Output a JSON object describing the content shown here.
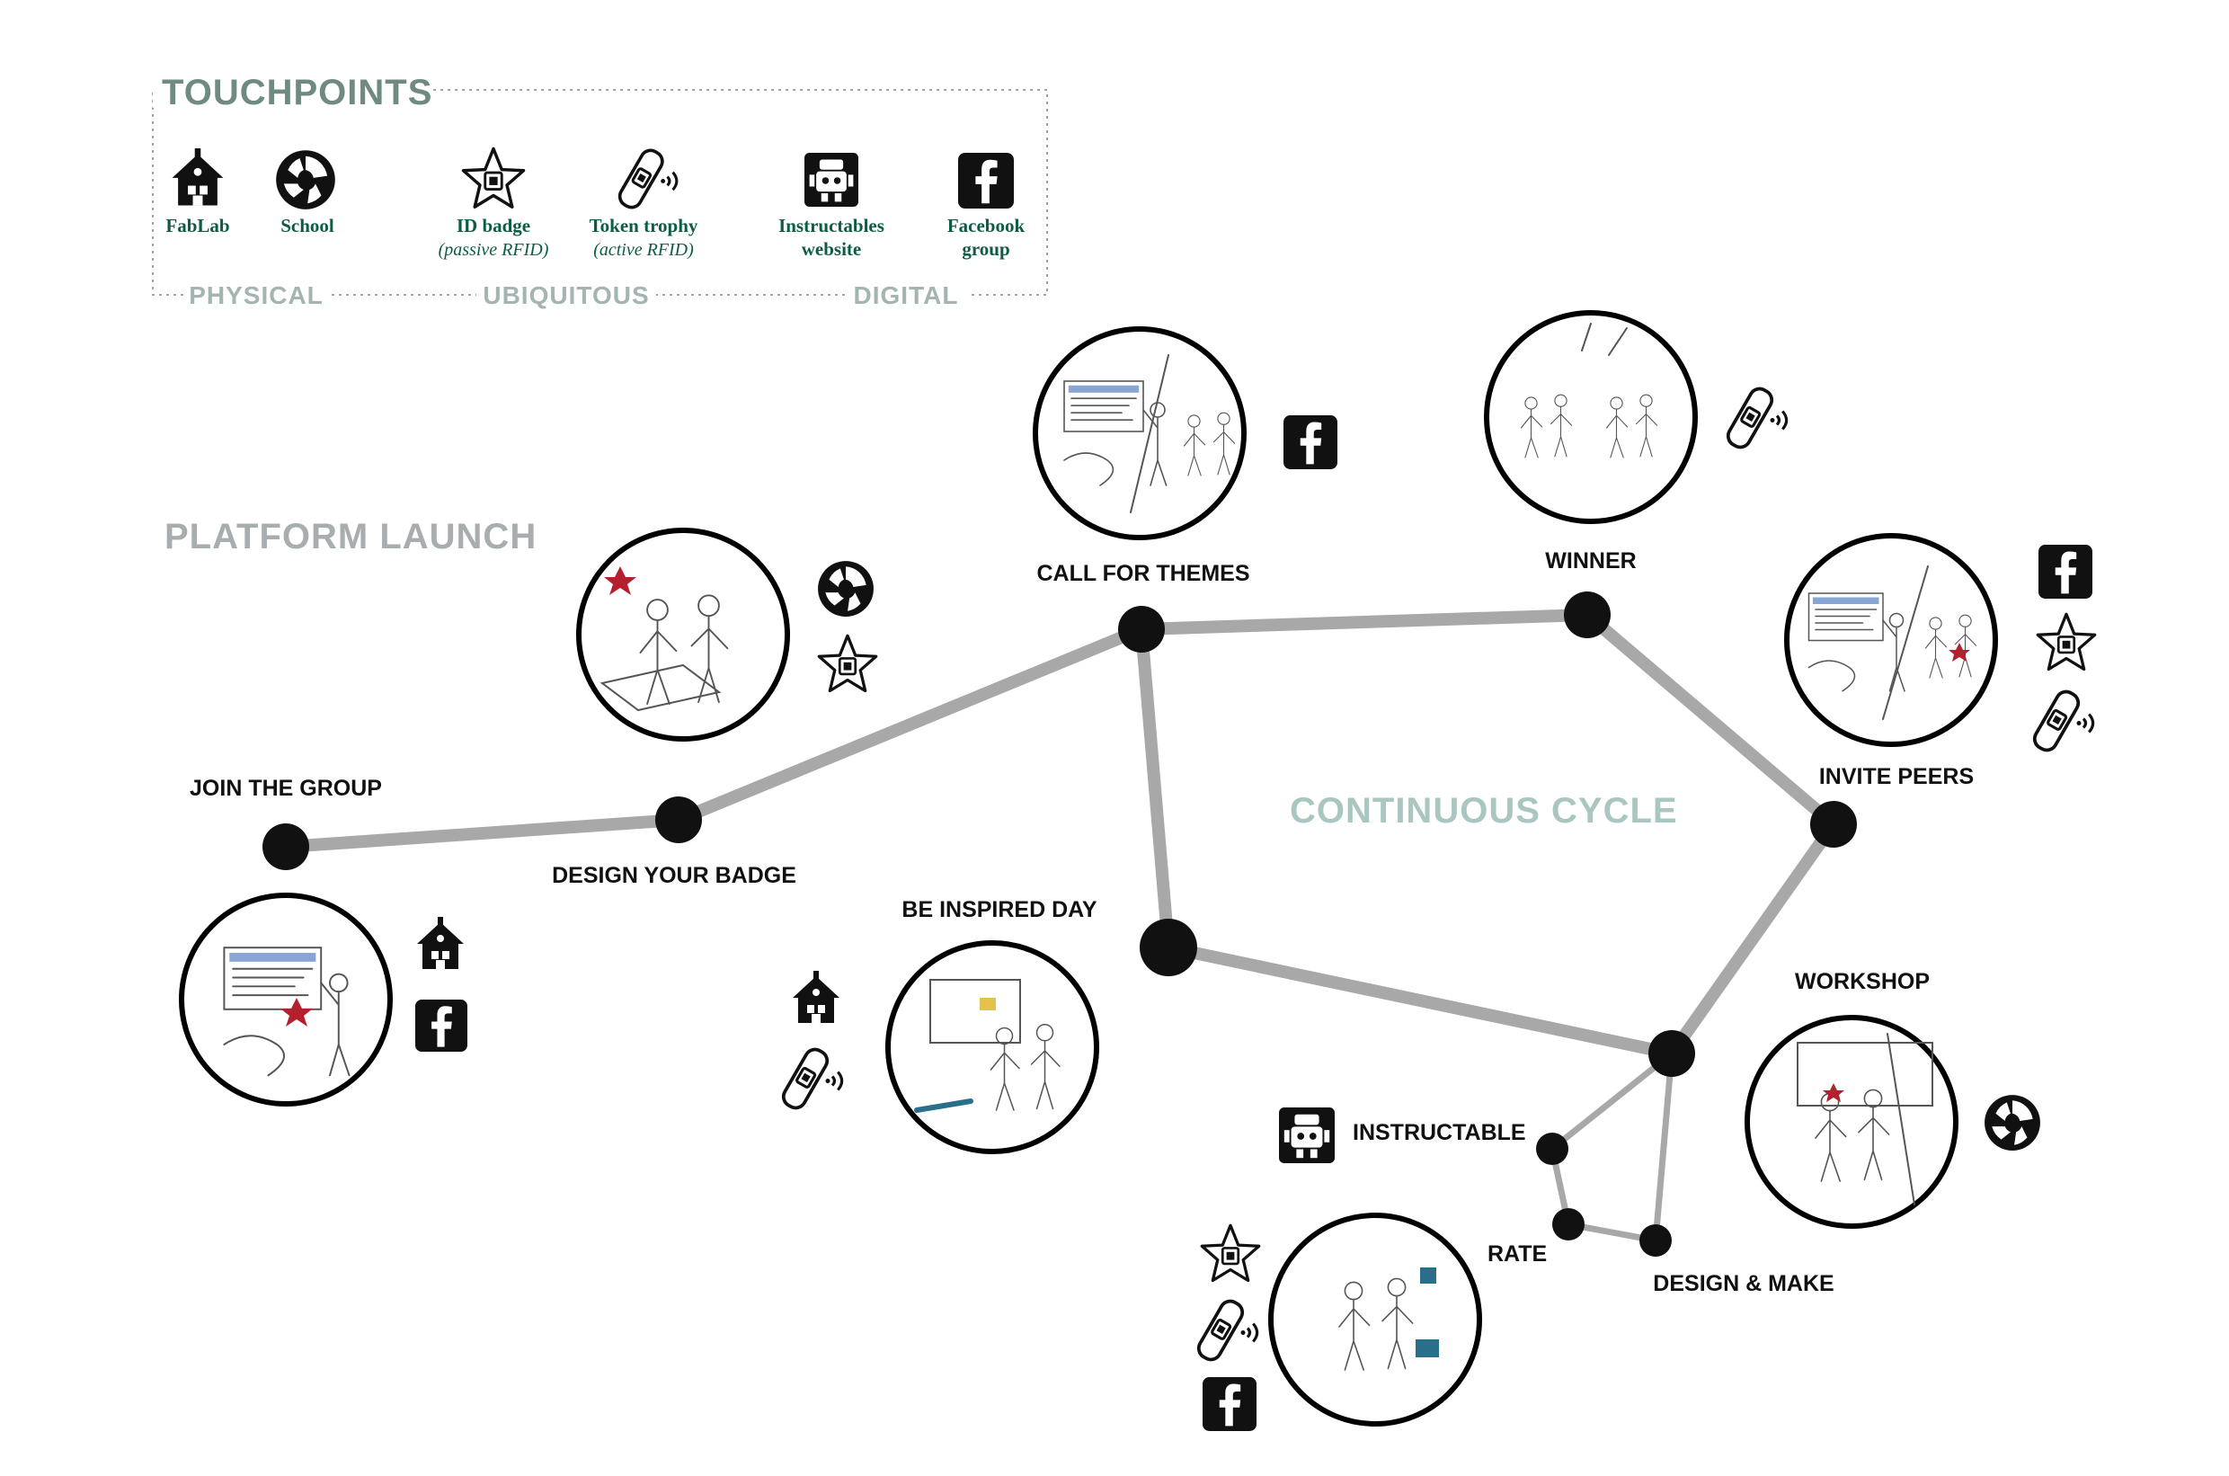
{
  "legend": {
    "title": "TOUCHPOINTS",
    "categories": [
      "PHYSICAL",
      "UBIQUITOUS",
      "DIGITAL"
    ],
    "items": [
      {
        "icon": "school-building-icon",
        "label": "FabLab",
        "sub": ""
      },
      {
        "icon": "fablab-logo-icon",
        "label": "School",
        "sub": ""
      },
      {
        "icon": "star-badge-icon",
        "label": "ID badge",
        "sub": "(passive RFID)"
      },
      {
        "icon": "rfid-token-icon",
        "label": "Token trophy",
        "sub": "(active RFID)"
      },
      {
        "icon": "instructables-robot-icon",
        "label": "Instructables",
        "sub": "website"
      },
      {
        "icon": "facebook-icon",
        "label": "Facebook",
        "sub": "group"
      }
    ]
  },
  "phases": {
    "launch": "PLATFORM LAUNCH",
    "cycle": "CONTINUOUS CYCLE"
  },
  "steps": {
    "join": "JOIN THE GROUP",
    "design_badge": "DESIGN YOUR BADGE",
    "call_themes": "CALL FOR THEMES",
    "winner": "WINNER",
    "invite": "INVITE PEERS",
    "be_inspired": "BE INSPIRED DAY",
    "workshop": "WORKSHOP",
    "instructable": "INSTRUCTABLE",
    "rate": "RATE",
    "design_make": "DESIGN & MAKE"
  },
  "colors": {
    "path": "#a8a8a8",
    "node": "#111111",
    "legend_text": "#0d5c46",
    "legend_title": "#6f8a80",
    "cycle_label": "#a9c6c1",
    "launch_label": "#a8adb0",
    "accent_red": "#b5202e"
  }
}
